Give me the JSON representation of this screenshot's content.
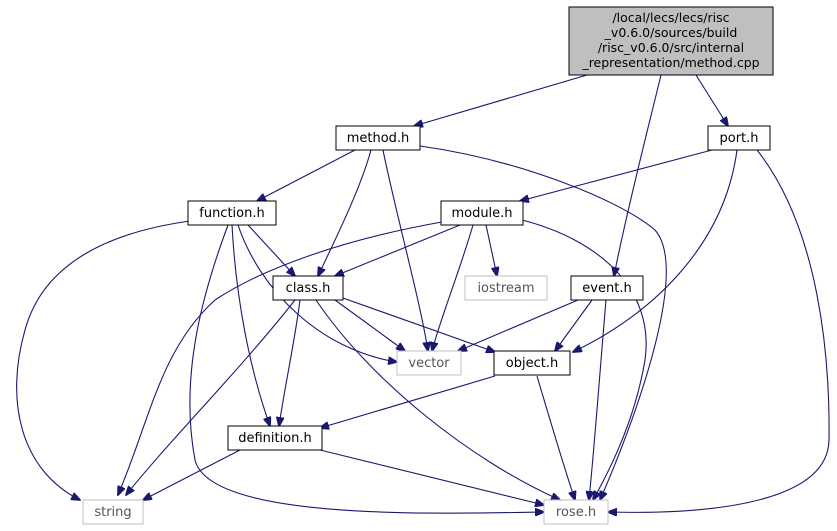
{
  "root": {
    "lines": [
      "/local/lecs/lecs/risc",
      "_v0.6.0/sources/build",
      "/risc_v0.6.0/src/internal",
      "_representation/method.cpp"
    ]
  },
  "nodes": {
    "method_h": "method.h",
    "port_h": "port.h",
    "function_h": "function.h",
    "module_h": "module.h",
    "class_h": "class.h",
    "iostream": "iostream",
    "event_h": "event.h",
    "vector": "vector",
    "object_h": "object.h",
    "definition_h": "definition.h",
    "string": "string",
    "rose_h": "rose.h"
  },
  "colors": {
    "edge": "#191970",
    "root_fill": "#bfbfbf",
    "external_border": "#bfbfbf"
  }
}
